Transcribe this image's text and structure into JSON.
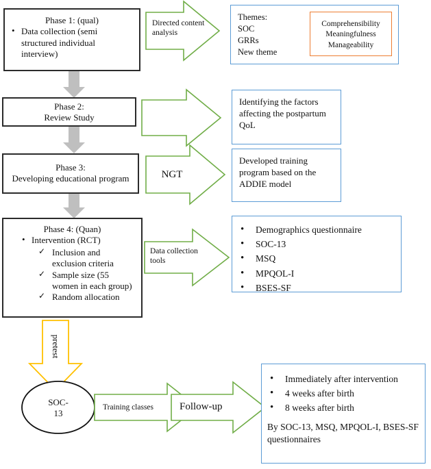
{
  "diagram": {
    "title": "Mixed-methods study flowchart",
    "colors": {
      "phase_border": "#2b2b2b",
      "output_border": "#5b9bd5",
      "highlight_border": "#ed7d31",
      "arrow_green": "#70ad47",
      "arrow_yellow": "#ffc000",
      "arrow_gray": "#bfbfbf"
    }
  },
  "phases": {
    "phase1": {
      "title": "Phase 1: (qual)",
      "bullets": [
        "Data collection (semi structured individual interview)"
      ]
    },
    "phase2": {
      "line1": "Phase 2:",
      "line2": "Review Study"
    },
    "phase3": {
      "line1": "Phase 3:",
      "line2": "Developing educational program"
    },
    "phase4": {
      "title": "Phase 4: (Quan)",
      "bullets": [
        "Intervention (RCT)"
      ],
      "checks": [
        "Inclusion and exclusion criteria",
        "Sample size (55 women in each group)",
        "Random allocation"
      ]
    }
  },
  "arrows": {
    "directed_content_analysis": "Directed content analysis",
    "phase2_arrow": "",
    "ngt": "NGT",
    "data_collection_tools": "Data collection tools",
    "pretest": "pretest",
    "training_classes": "Training classes",
    "follow_up": "Follow-up"
  },
  "outputs": {
    "themes": {
      "heading": "Themes:",
      "items": [
        "SOC",
        "GRRs",
        "New theme"
      ],
      "highlight": [
        "Comprehensibility",
        "Meaningfulness",
        "Manageability"
      ]
    },
    "review_result": "Identifying the factors affecting the postpartum QoL",
    "program_result": "Developed training program based on the ADDIE model",
    "tools": [
      "Demographics questionnaire",
      "SOC-13",
      "MSQ",
      "MPQOL-I",
      "BSES-SF"
    ],
    "followup": {
      "items": [
        "Immediately after intervention",
        "4 weeks after birth",
        "8 weeks after birth"
      ],
      "note": "By SOC-13, MSQ, MPQOL-I, BSES-SF questionnaires"
    }
  },
  "nodes": {
    "soc13": {
      "line1": "SOC-",
      "line2": "13"
    }
  }
}
